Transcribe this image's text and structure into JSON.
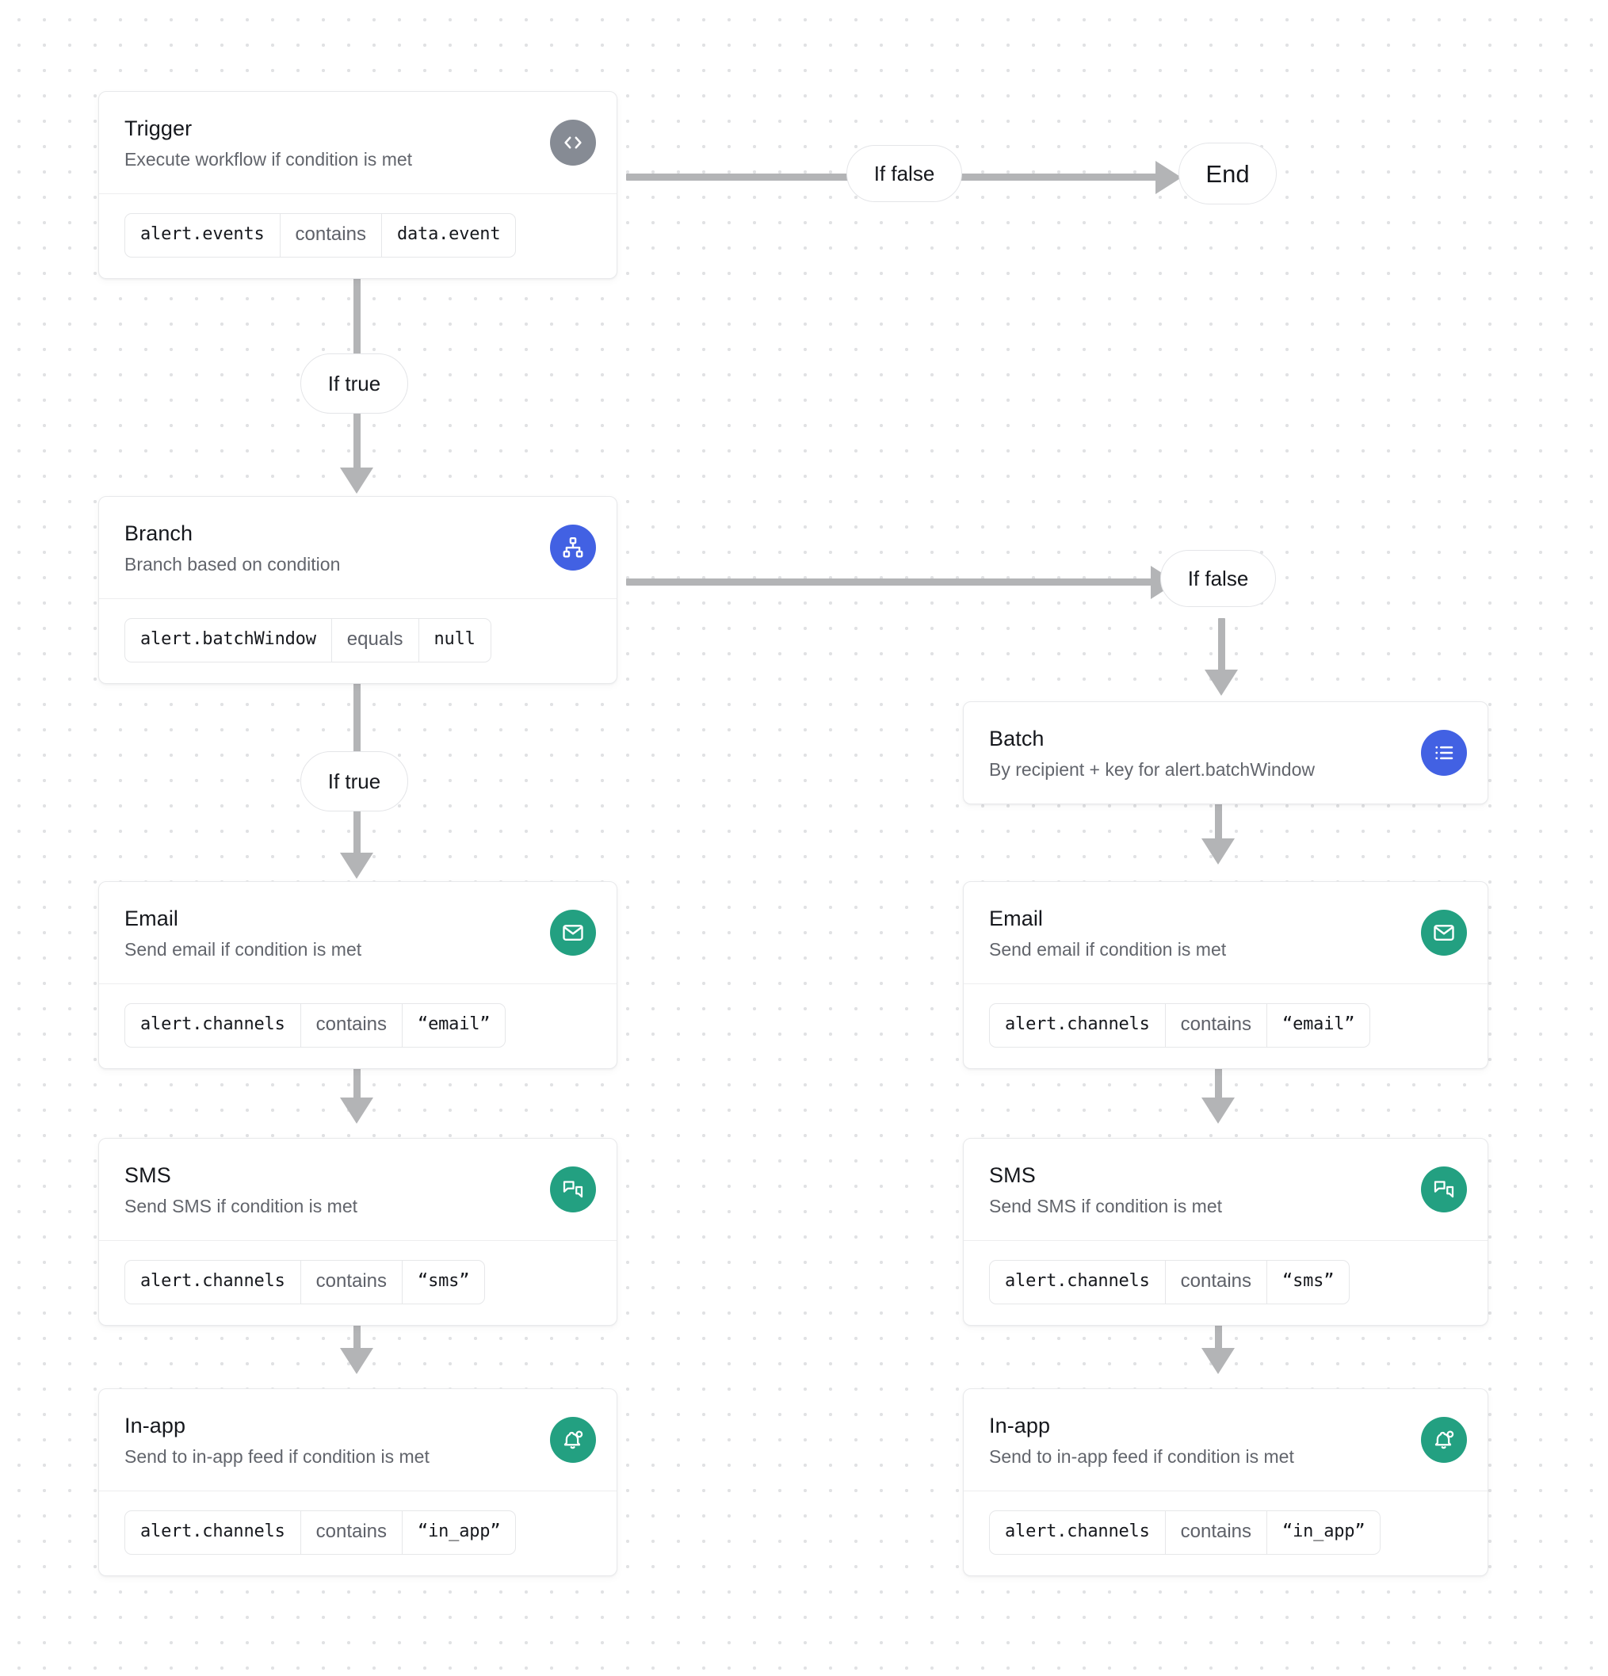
{
  "canvas": {
    "background": "#ffffff",
    "dot_color": "#e1e2e4",
    "connector_color": "#b3b4b6"
  },
  "colors": {
    "badge_gray": "#868b94",
    "badge_blue": "#4261e3",
    "badge_green": "#23a081",
    "card_border": "#e8e9eb",
    "title_text": "#16181d",
    "subtitle_text": "#62656c"
  },
  "nodes": {
    "trigger": {
      "title": "Trigger",
      "subtitle": "Execute workflow if condition is met",
      "icon": "code-brackets-icon",
      "condition": {
        "field": "alert.events",
        "operator": "contains",
        "value": "data.event"
      }
    },
    "branch": {
      "title": "Branch",
      "subtitle": "Branch based on condition",
      "icon": "hierarchy-icon",
      "condition": {
        "field": "alert.batchWindow",
        "operator": "equals",
        "value": "null"
      }
    },
    "batch": {
      "title": "Batch",
      "subtitle": "By recipient + key for alert.batchWindow",
      "icon": "list-icon"
    },
    "email_left": {
      "title": "Email",
      "subtitle": "Send email if condition is met",
      "icon": "envelope-icon",
      "condition": {
        "field": "alert.channels",
        "operator": "contains",
        "value": "“email”"
      }
    },
    "sms_left": {
      "title": "SMS",
      "subtitle": "Send SMS if condition is met",
      "icon": "chat-bubbles-icon",
      "condition": {
        "field": "alert.channels",
        "operator": "contains",
        "value": "“sms”"
      }
    },
    "inapp_left": {
      "title": "In-app",
      "subtitle": "Send to in-app feed if condition is met",
      "icon": "bell-dot-icon",
      "condition": {
        "field": "alert.channels",
        "operator": "contains",
        "value": "“in_app”"
      }
    },
    "email_right": {
      "title": "Email",
      "subtitle": "Send email if condition is met",
      "icon": "envelope-icon",
      "condition": {
        "field": "alert.channels",
        "operator": "contains",
        "value": "“email”"
      }
    },
    "sms_right": {
      "title": "SMS",
      "subtitle": "Send SMS if condition is met",
      "icon": "chat-bubbles-icon",
      "condition": {
        "field": "alert.channels",
        "operator": "contains",
        "value": "“sms”"
      }
    },
    "inapp_right": {
      "title": "In-app",
      "subtitle": "Send to in-app feed if condition is met",
      "icon": "bell-dot-icon",
      "condition": {
        "field": "alert.channels",
        "operator": "contains",
        "value": "“in_app”"
      }
    }
  },
  "edge_labels": {
    "trigger_false": "If false",
    "trigger_true": "If true",
    "branch_false": "If false",
    "branch_true": "If true"
  },
  "terminals": {
    "end": "End"
  }
}
